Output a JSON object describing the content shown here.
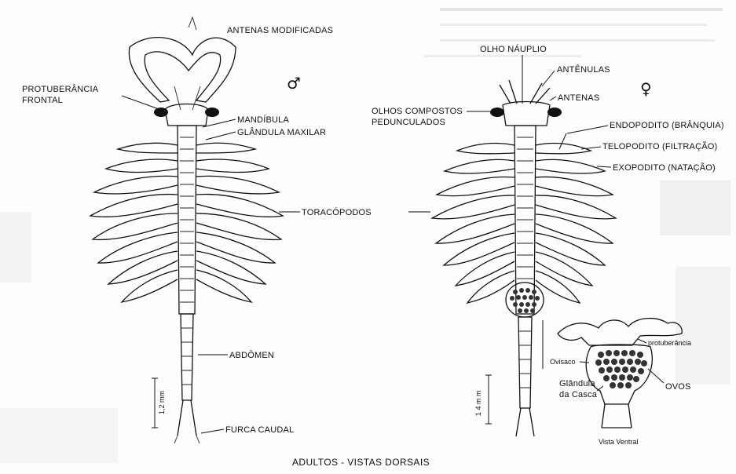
{
  "labels": {
    "antenas_modificadas": "ANTENAS MODIFICADAS",
    "protuberancia_line1": "PROTUBERÂNCIA",
    "protuberancia_line2": "FRONTAL",
    "mandibula": "MANDÍBULA",
    "glandula_maxilar": "GLÂNDULA MAXILAR",
    "toracopodos": "TORACÓPODOS",
    "abdomen": "ABDÔMEN",
    "furca_caudal": "FURCA CAUDAL",
    "olho_nauplio": "OLHO NÁUPLIO",
    "antenulas": "ANTÊNULAS",
    "antenas": "ANTENAS",
    "olhos_compostos_line1": "OLHOS COMPOSTOS",
    "olhos_compostos_line2": "PEDUNCULADOS",
    "endopodito": "ENDOPODITO (BRÂNQUIA)",
    "telopodito": "TELOPODITO (FILTRAÇÃO)",
    "exopodito": "EXOPODITO (NATAÇÃO)",
    "protuberancia_small": "protuberância",
    "ovisaco": "Ovisaco",
    "ovos": "OVOS",
    "glandula_casca_line1": "Glândula",
    "glandula_casca_line2": "da Casca",
    "vista_ventral": "Vista Ventral",
    "scale_male": "1,2 mm",
    "scale_female": "1 4 m m",
    "caption": "ADULTOS - VISTAS DORSAIS"
  },
  "symbols": {
    "male": "♂",
    "female": "♀"
  },
  "colors": {
    "ink": "#111111",
    "paper": "#fdfdfd"
  }
}
